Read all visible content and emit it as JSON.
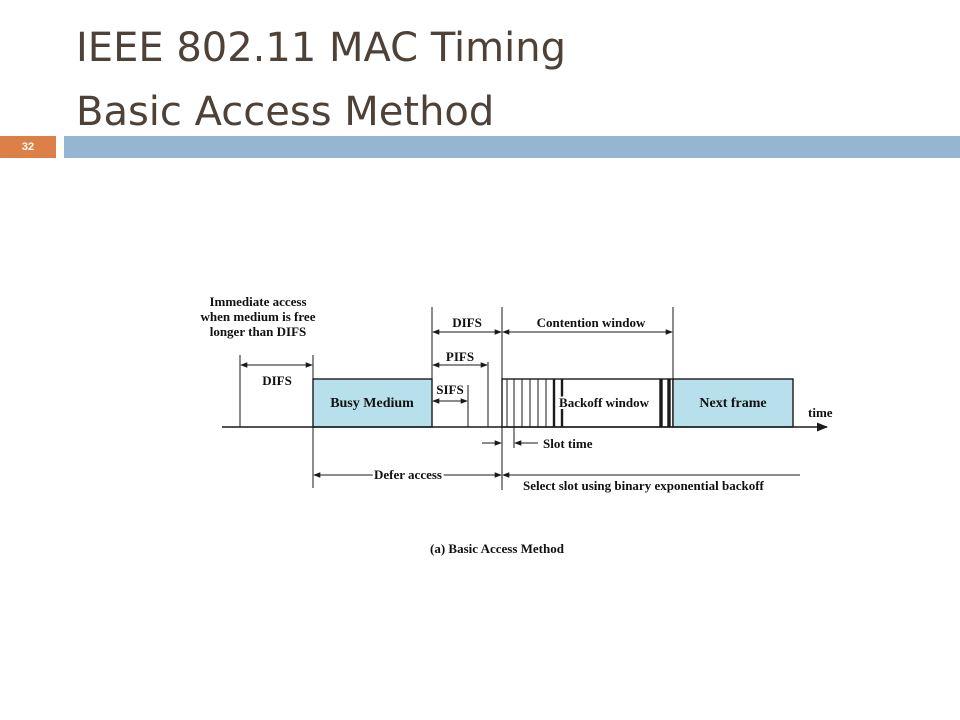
{
  "slide": {
    "title_line1": "IEEE 802.11  MAC Timing",
    "title_line2": "Basic Access Method",
    "number": "32",
    "colors": {
      "title": "#4e4138",
      "badge": "#dd8047",
      "band": "#94b6d2",
      "box_fill": "#b7e0ec"
    }
  },
  "diagram": {
    "immediate_access_line1": "Immediate access",
    "immediate_access_line2": "when medium is free",
    "immediate_access_line3": "longer than DIFS",
    "difs_left": "DIFS",
    "difs_top": "DIFS",
    "contention_window": "Contention window",
    "pifs": "PIFS",
    "sifs": "SIFS",
    "busy_medium": "Busy Medium",
    "backoff_window": "Backoff window",
    "next_frame": "Next frame",
    "time": "time",
    "slot_time": "Slot time",
    "defer_access": "Defer access",
    "select_slot": "Select slot using binary exponential backoff",
    "caption": "(a) Basic Access Method"
  }
}
